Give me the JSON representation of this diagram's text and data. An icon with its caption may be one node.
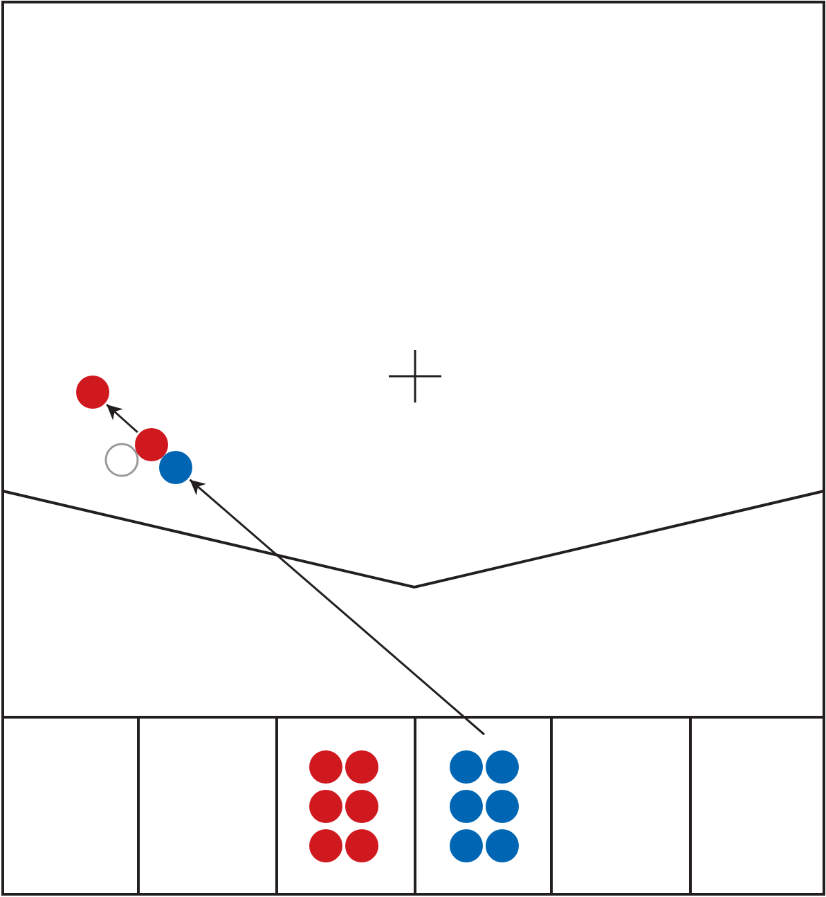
{
  "diagram": {
    "nodes": [
      {
        "text": [],
        "shape": "circle"
      },
      {
        "text": [],
        "shape": "circle"
      },
      {
        "text": [],
        "shape": "circle"
      }
    ],
    "edges": [
      {
        "from": 1,
        "to": 0,
        "arrow": "to"
      },
      {
        "from": null,
        "to": 2,
        "arrow": "to"
      }
    ]
  }
}
